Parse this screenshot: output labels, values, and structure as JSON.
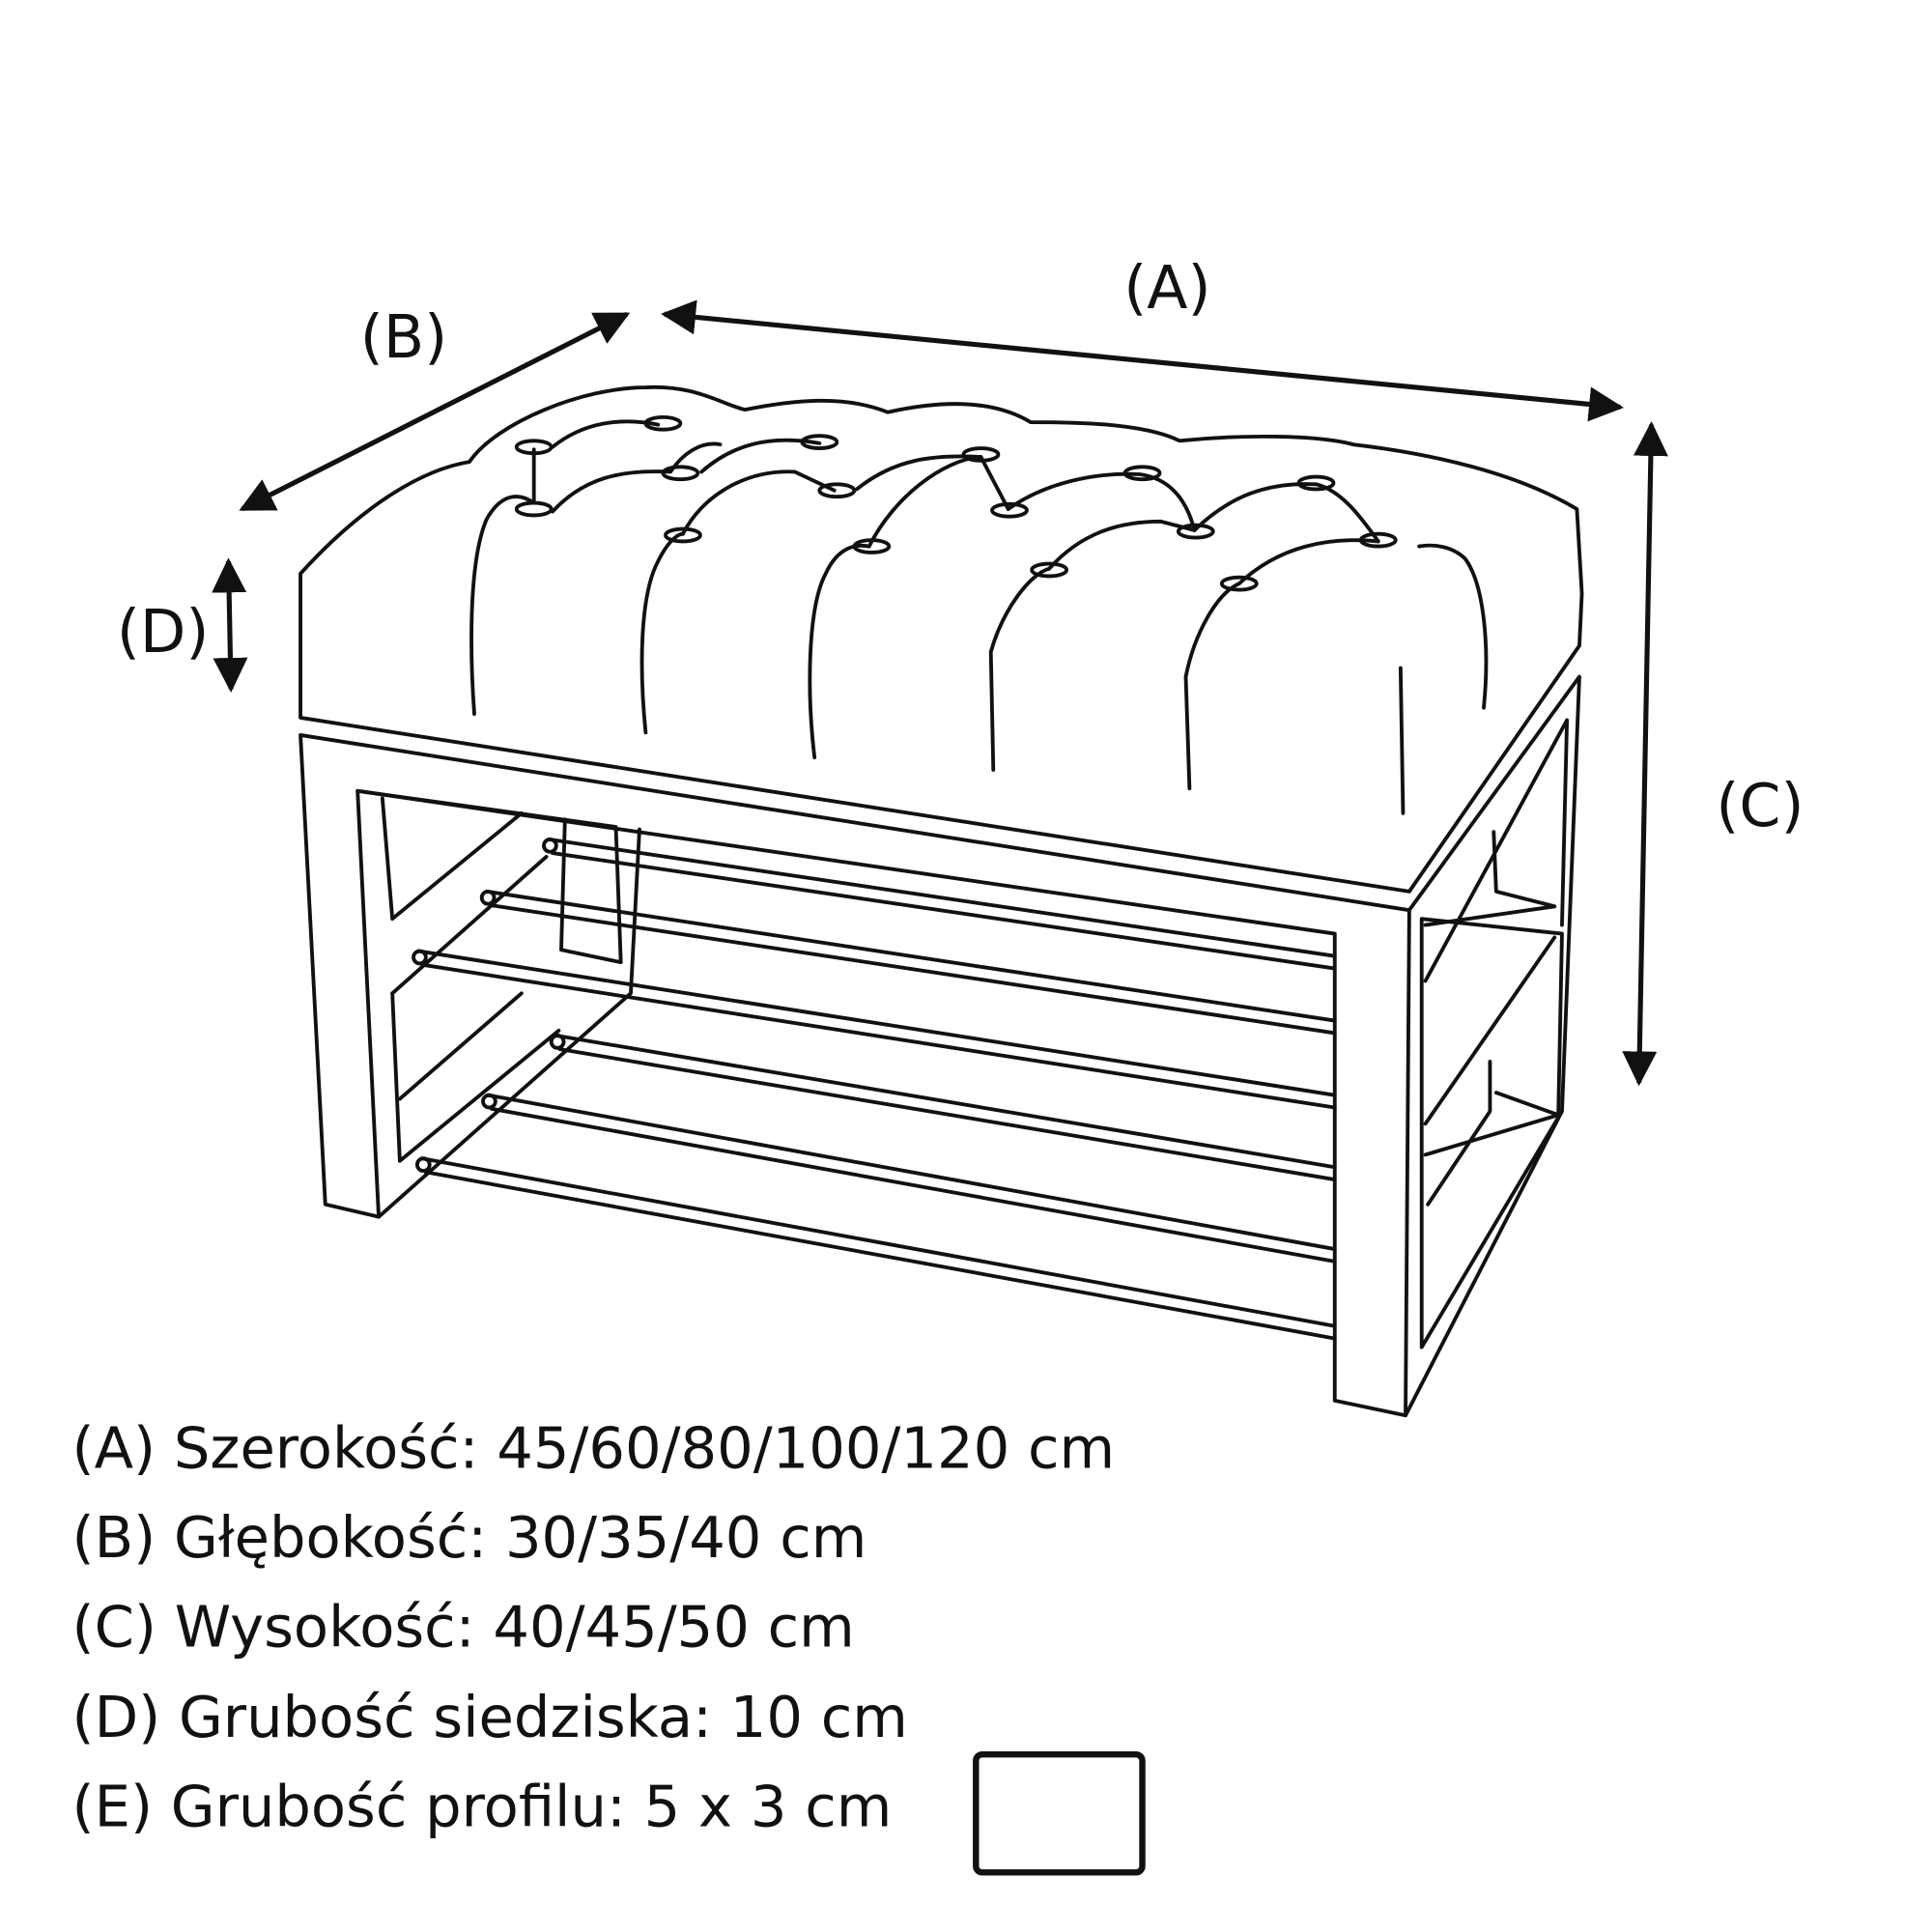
{
  "dimension_labels": {
    "a": "(A)",
    "b": "(B)",
    "c": "(C)",
    "d": "(D)"
  },
  "specs": [
    "(A) Szerokość: 45/60/80/100/120 cm",
    "(B) Głębokość: 30/35/40 cm",
    "(C) Wysokość: 40/45/50 cm",
    "(D) Grubość siedziska: 10 cm",
    "(E) Grubość profilu: 5 x 3 cm"
  ],
  "colors": {
    "line": "#111111",
    "background": "#ffffff"
  }
}
